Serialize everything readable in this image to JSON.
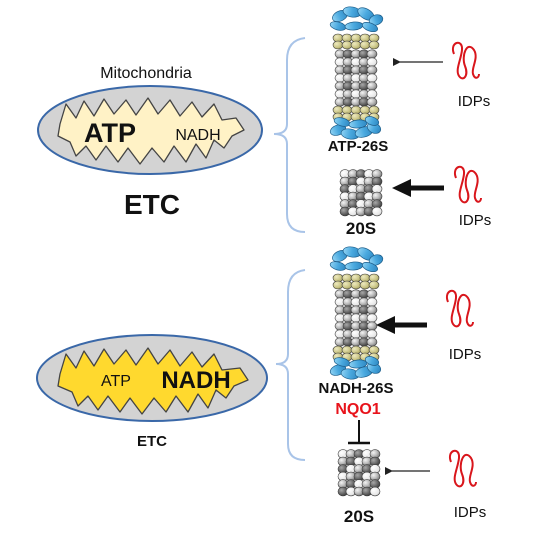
{
  "top_panel": {
    "organelle_label": "Mitochondria",
    "metabolite_major": "ATP",
    "metabolite_minor": "NADH",
    "chain_label": "ETC",
    "proteasome_26s_label": "ATP-26S",
    "proteasome_20s_label": "20S",
    "substrate_label_upper": "IDPs",
    "substrate_label_lower": "IDPs"
  },
  "bottom_panel": {
    "metabolite_minor": "ATP",
    "metabolite_major": "NADH",
    "chain_label": "ETC",
    "proteasome_26s_label": "NADH-26S",
    "inhibitor_label": "NQO1",
    "proteasome_20s_label": "20S",
    "substrate_label_upper": "IDPs",
    "substrate_label_lower": "IDPs"
  },
  "colors": {
    "matrix_top": "#fff2c6",
    "matrix_bottom": "#ffd92e",
    "outer_membrane_fill": "#d3d3d3",
    "outer_membrane_stroke": "#3a68a8",
    "bracket": "#a9c4e8",
    "regulatory_cap": "#57b2e2",
    "olive_ring": "#c8c383",
    "inhibitor_text": "#e8131b",
    "substrate": "#d9161c"
  }
}
